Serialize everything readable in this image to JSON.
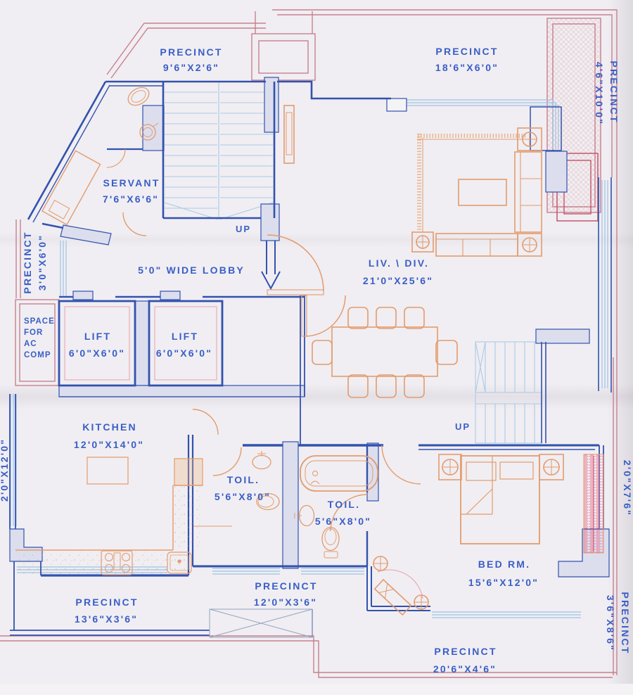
{
  "title": "Apartment floor plan (scanned blueprint)",
  "colors": {
    "wall_blue": "#3352ae",
    "window_blue": "#9cc2e4",
    "stair_blue": "#aacbe8",
    "furniture_orange": "#e39b6e",
    "precinct_pink": "#c8808e",
    "planter_red": "#c4556a",
    "label_blue": "#3a5ec6",
    "paper": "#f0eef2"
  },
  "labels": {
    "precinct_top_left": {
      "name": "PRECINCT",
      "dim": "9'6\"X2'6\""
    },
    "precinct_top_right": {
      "name": "PRECINCT",
      "dim": "18'6\"X6'0\""
    },
    "precinct_right_upper": {
      "name": "PRECINCT",
      "dim": "4'6\"X10'0\""
    },
    "precinct_left": {
      "name": "PRECINCT",
      "dim": "3'0\"X6'0\""
    },
    "servant": {
      "name": "SERVANT",
      "dim": "7'6\"X6'6\""
    },
    "lobby": {
      "name": "5'0\" WIDE LOBBY"
    },
    "living": {
      "name": "LIV. \\ DIV.",
      "dim": "21'0\"X25'6\""
    },
    "space_ac": {
      "line1": "SPACE",
      "line2": "FOR",
      "line3": "AC",
      "line4": "COMP"
    },
    "lift1": {
      "name": "LIFT",
      "dim": "6'0\"X6'0\""
    },
    "lift2": {
      "name": "LIFT",
      "dim": "6'0\"X6'0\""
    },
    "kitchen": {
      "name": "KITCHEN",
      "dim": "12'0\"X14'0\""
    },
    "toilet1": {
      "name": "TOIL.",
      "dim": "5'6\"X8'0\""
    },
    "toilet2": {
      "name": "TOIL.",
      "dim": "5'6\"X8'0\""
    },
    "bedroom": {
      "name": "BED RM.",
      "dim": "15'6\"X12'0\""
    },
    "precinct_bottom_mid": {
      "name": "PRECINCT",
      "dim": "12'0\"X3'6\""
    },
    "precinct_bottom_left": {
      "name": "PRECINCT",
      "dim": "13'6\"X3'6\""
    },
    "precinct_bottom_right": {
      "name": "PRECINCT",
      "dim": "20'6\"X4'6\""
    },
    "precinct_right_lower": {
      "name": "PRECINCT",
      "dim": "3'6\"X8'6\""
    },
    "dim_left": "2'0\"X12'0\"",
    "dim_right": "2'0\"X7'6\"",
    "up_main": "UP",
    "up_rear": "UP"
  }
}
